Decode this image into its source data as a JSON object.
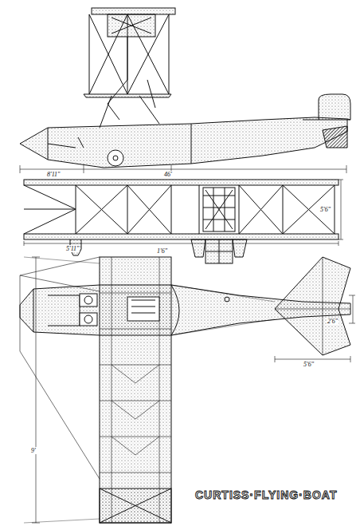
{
  "diagram": {
    "title": "CURTISS·FLYING·BOAT",
    "labels": [
      "8'11\"",
      "46'",
      "5'6\"",
      "5'11\"",
      "1'6\"",
      "2'6\"",
      "5'6\"",
      "9'"
    ]
  }
}
